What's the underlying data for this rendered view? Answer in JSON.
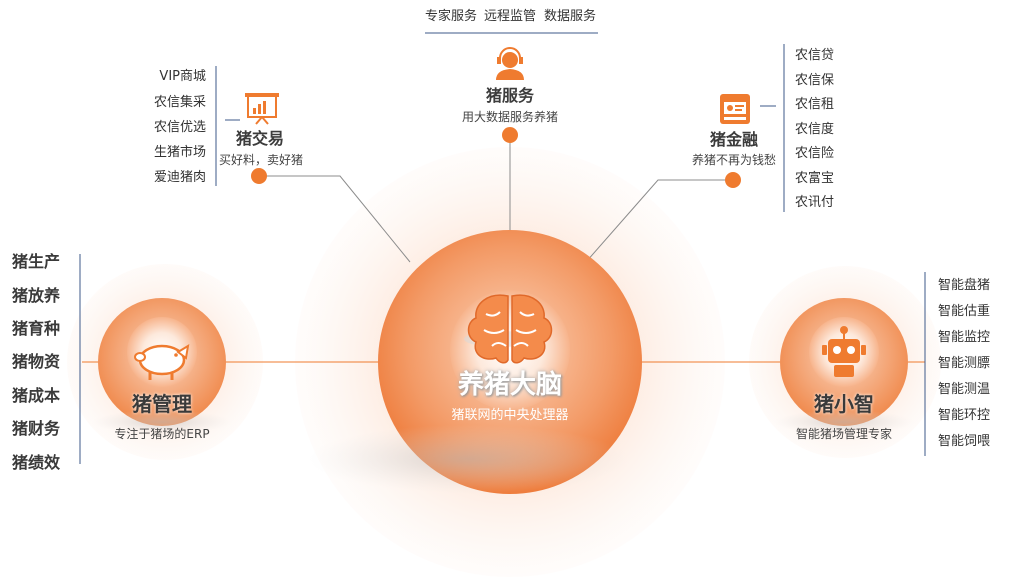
{
  "colors": {
    "accent": "#ef7b2f",
    "accent_light": "#f6b48a",
    "accent_pale": "#fde7d9",
    "line": "#8c8c8c",
    "list_bar": "#3d5a8a",
    "text": "#333333"
  },
  "top_bar": {
    "items": [
      "专家服务",
      "远程监管",
      "数据服务"
    ]
  },
  "pig_service": {
    "icon": "customer-service-icon",
    "title": "猪服务",
    "subtitle": "用大数据服务养猪"
  },
  "pig_trade": {
    "icon": "trade-screen-icon",
    "title": "猪交易",
    "subtitle": "买好料，卖好猪",
    "items": [
      "VIP商城",
      "农信集采",
      "农信优选",
      "生猪市场",
      "爱迪猪肉"
    ]
  },
  "pig_finance": {
    "icon": "finance-card-icon",
    "title": "猪金融",
    "subtitle": "养猪不再为钱愁",
    "items": [
      "农信贷",
      "农信保",
      "农信租",
      "农信度",
      "农信险",
      "农富宝",
      "农讯付"
    ]
  },
  "pig_brain": {
    "icon": "brain-icon",
    "title": "养猪大脑",
    "subtitle": "猪联网的中央处理器"
  },
  "pig_management": {
    "icon": "pig-icon",
    "title": "猪管理",
    "subtitle": "专注于猪场的ERP",
    "items": [
      "猪生产",
      "猪放养",
      "猪育种",
      "猪物资",
      "猪成本",
      "猪财务",
      "猪绩效"
    ]
  },
  "pig_smart": {
    "icon": "robot-icon",
    "title": "猪小智",
    "subtitle": "智能猪场管理专家",
    "items": [
      "智能盘猪",
      "智能估重",
      "智能监控",
      "智能测膘",
      "智能测温",
      "智能环控",
      "智能饲喂"
    ]
  }
}
